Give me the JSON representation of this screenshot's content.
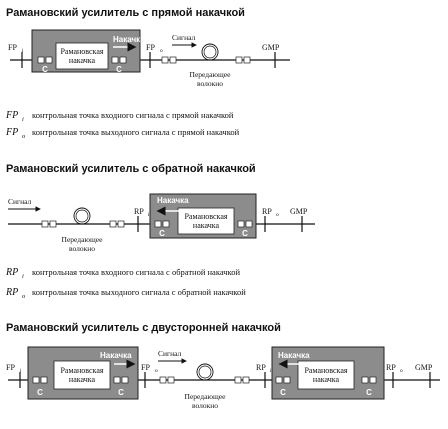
{
  "sections": [
    {
      "title": "Рамановский усилитель с прямой накачкой",
      "fp_in": "FP",
      "fp_in_sub": "i",
      "fp_out": "FP",
      "fp_out_sub": "o",
      "signal": "Сигнал",
      "pump_label": "Накачка",
      "amp_label_1": "Рамановская",
      "amp_label_2": "накачка",
      "coupler": "C",
      "fiber_1": "Передающее",
      "fiber_2": "волокно",
      "gmp": "GMP"
    },
    {
      "title": "Рамановский усилитель с обратной накачкой",
      "signal": "Сигнал",
      "rp_in": "RP",
      "rp_in_sub": "i",
      "rp_out": "RP",
      "rp_out_sub": "o",
      "pump_label": "Накачка",
      "amp_label_1": "Рамановская",
      "amp_label_2": "накачка",
      "coupler": "C",
      "fiber_1": "Передающее",
      "fiber_2": "волокно",
      "gmp": "GMP"
    },
    {
      "title": "Рамановский усилитель с двусторонней накачкой",
      "fp_in": "FP",
      "fp_in_sub": "i",
      "fp_out": "FP",
      "fp_out_sub": "o",
      "rp_in": "RP",
      "rp_in_sub": "i",
      "rp_out": "RP",
      "rp_out_sub": "o",
      "signal": "Сигнал",
      "pump_label": "Накачка",
      "amp_label_1": "Рамановская",
      "amp_label_2": "накачка",
      "coupler": "C",
      "fiber_1": "Передающее",
      "fiber_2": "волокно",
      "gmp": "GMP"
    }
  ],
  "definitions_forward": [
    {
      "sym": "FP",
      "sub": "i",
      "text": "контрольная точка входного сигнала с прямой накачкой"
    },
    {
      "sym": "FP",
      "sub": "o",
      "text": "контрольная точка выходного сигнала с прямой накачкой"
    }
  ],
  "definitions_backward": [
    {
      "sym": "RP",
      "sub": "i",
      "text": "контрольная точка входного сигнала с обратной накачкой"
    },
    {
      "sym": "RP",
      "sub": "o",
      "text": "контрольная точка выходного сигнала с обратной накачкой"
    }
  ],
  "colors": {
    "amp_box_fill": "#8c8c8c",
    "amp_box_stroke": "#222222",
    "inner_box_fill": "#ffffff",
    "line": "#111111"
  }
}
